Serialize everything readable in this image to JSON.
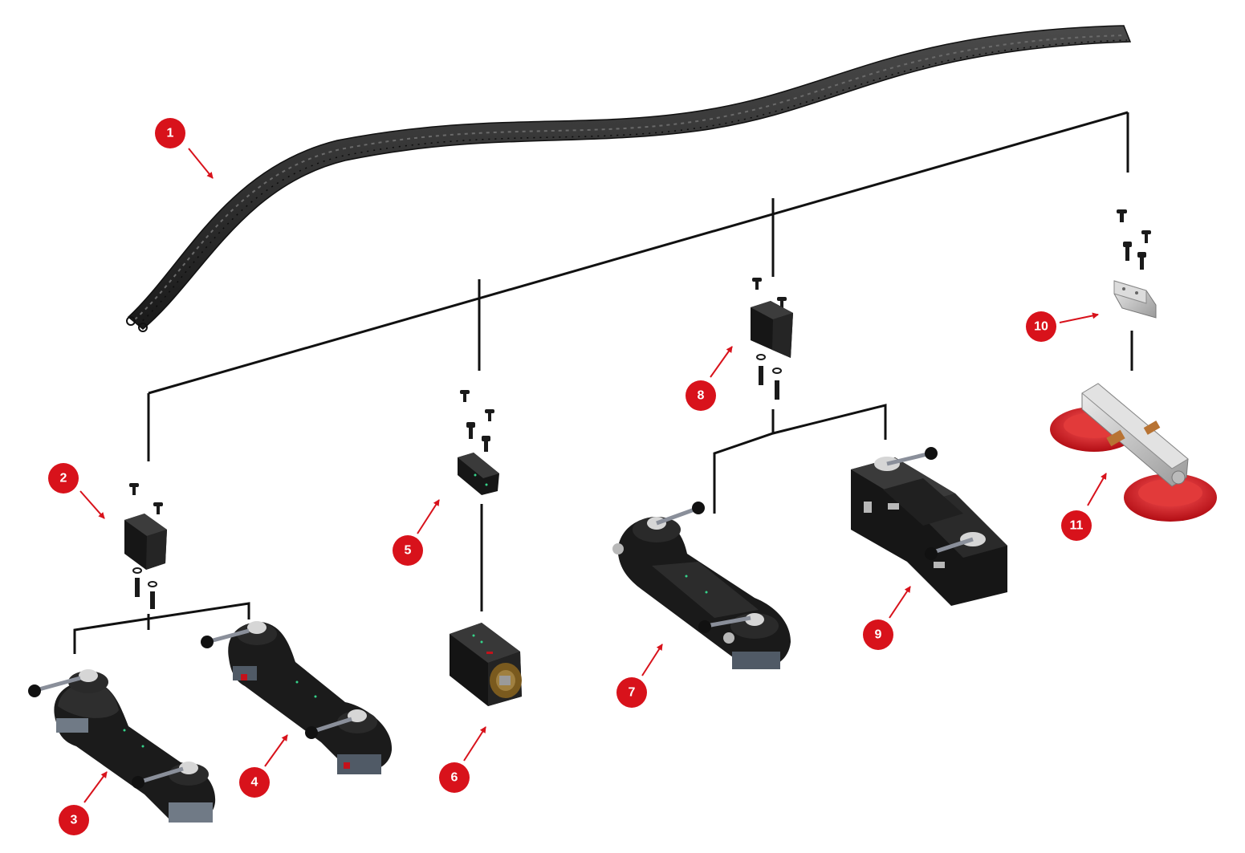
{
  "colors": {
    "background": "#ffffff",
    "callout_fill": "#d8121b",
    "callout_text": "#ffffff",
    "arrow": "#d8121b",
    "connector": "#111111",
    "part_dark": "#1c1c1c",
    "part_mid": "#3a3a3a",
    "part_light": "#6e6e6e",
    "metal": "#c9c9c9",
    "suction_red": "#d8121b"
  },
  "callouts": [
    {
      "id": "1",
      "label": "1"
    },
    {
      "id": "2",
      "label": "2"
    },
    {
      "id": "3",
      "label": "3"
    },
    {
      "id": "4",
      "label": "4"
    },
    {
      "id": "5",
      "label": "5"
    },
    {
      "id": "6",
      "label": "6"
    },
    {
      "id": "7",
      "label": "7"
    },
    {
      "id": "8",
      "label": "8"
    },
    {
      "id": "9",
      "label": "9"
    },
    {
      "id": "10",
      "label": "10"
    },
    {
      "id": "11",
      "label": "11"
    }
  ],
  "parts": [
    {
      "id": "1",
      "icon": "flexible-rail-icon"
    },
    {
      "id": "2",
      "icon": "rail-adapter-block-icon"
    },
    {
      "id": "3",
      "icon": "magnetic-base-icon"
    },
    {
      "id": "4",
      "icon": "magnetic-base-icon"
    },
    {
      "id": "5",
      "icon": "adapter-block-icon"
    },
    {
      "id": "6",
      "icon": "magnet-block-icon"
    },
    {
      "id": "7",
      "icon": "magnetic-base-icon"
    },
    {
      "id": "8",
      "icon": "adapter-block-icon"
    },
    {
      "id": "9",
      "icon": "magnetic-base-icon"
    },
    {
      "id": "10",
      "icon": "metal-adapter-icon"
    },
    {
      "id": "11",
      "icon": "suction-cup-base-icon"
    }
  ]
}
